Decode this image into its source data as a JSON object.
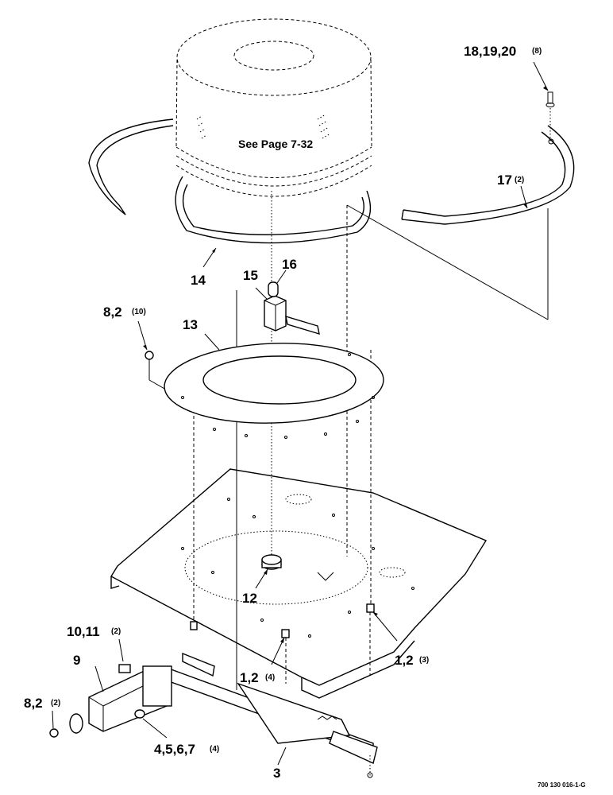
{
  "diagram": {
    "reference_note": "See Page 7-32",
    "drawing_number": "700 130 016-1-G",
    "callouts": [
      {
        "id": "c-18-19-20",
        "label": "18,19,20",
        "qty": "(8)"
      },
      {
        "id": "c-17",
        "label": "17",
        "qty": "(2)"
      },
      {
        "id": "c-16",
        "label": "16",
        "qty": ""
      },
      {
        "id": "c-15",
        "label": "15",
        "qty": ""
      },
      {
        "id": "c-14",
        "label": "14",
        "qty": ""
      },
      {
        "id": "c-13",
        "label": "13",
        "qty": ""
      },
      {
        "id": "c-8-2-top",
        "label": "8,2",
        "qty": "(10)"
      },
      {
        "id": "c-12",
        "label": "12",
        "qty": ""
      },
      {
        "id": "c-10-11",
        "label": "10,11",
        "qty": "(2)"
      },
      {
        "id": "c-9",
        "label": "9",
        "qty": ""
      },
      {
        "id": "c-1-2-right",
        "label": "1,2",
        "qty": "(3)"
      },
      {
        "id": "c-1-2-mid",
        "label": "1,2",
        "qty": "(4)"
      },
      {
        "id": "c-8-2-bottom",
        "label": "8,2",
        "qty": "(2)"
      },
      {
        "id": "c-4-5-6-7",
        "label": "4,5,6,7",
        "qty": "(4)"
      },
      {
        "id": "c-3",
        "label": "3",
        "qty": ""
      }
    ]
  }
}
